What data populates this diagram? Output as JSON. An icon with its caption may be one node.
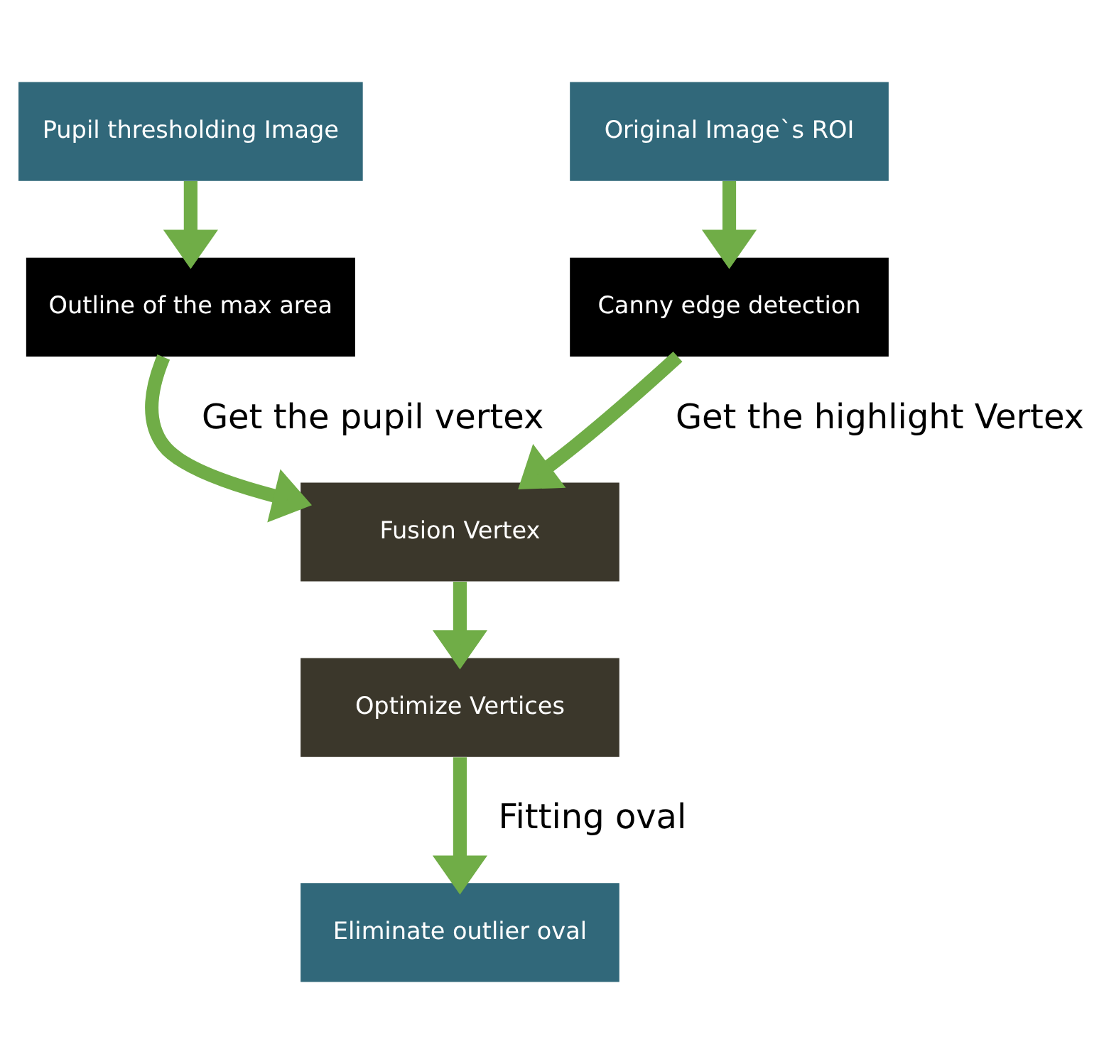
{
  "diagram": {
    "nodes": [
      {
        "text": [
          "Pupil thresholding Image"
        ]
      },
      {
        "text": [
          "Original Image`s ROI"
        ]
      },
      {
        "text": [
          "Outline of the max area"
        ]
      },
      {
        "text": [
          "Canny edge detection"
        ]
      },
      {
        "text": [
          "Fusion Vertex"
        ]
      },
      {
        "text": [
          "Optimize Vertices"
        ]
      },
      {
        "text": [
          "Eliminate outlier oval"
        ]
      }
    ],
    "edges": [
      {
        "from": 0,
        "to": 2,
        "arrow": "to"
      },
      {
        "from": 1,
        "to": 3,
        "arrow": "to"
      },
      {
        "from": 2,
        "to": 4,
        "arrow": "to",
        "label": "Get the pupil vertex"
      },
      {
        "from": 3,
        "to": 4,
        "arrow": "to",
        "label": "Get the highlight Vertex"
      },
      {
        "from": 4,
        "to": 5,
        "arrow": "to"
      },
      {
        "from": 5,
        "to": 6,
        "arrow": "to",
        "label": "Fitting oval"
      }
    ]
  }
}
